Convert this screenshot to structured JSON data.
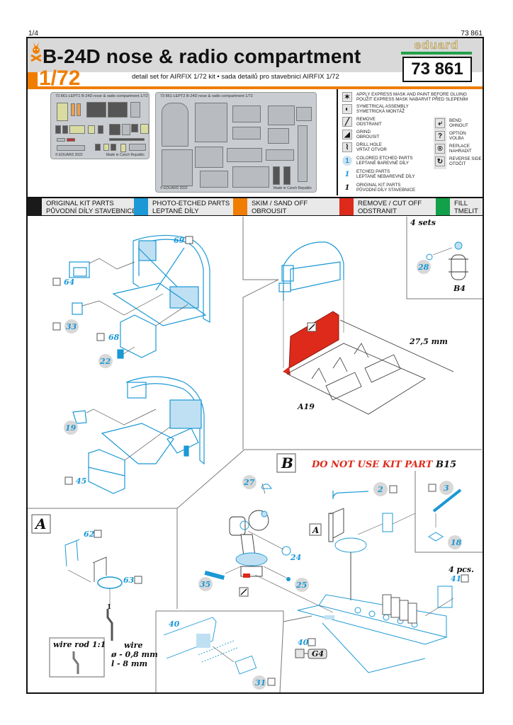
{
  "page": {
    "number": "1/4",
    "kit_number": "73 861"
  },
  "header": {
    "title": "B-24D nose & radio compartment",
    "scale": "1/72",
    "subtitle": "detail set for  AIRFIX 1/72 kit • sada detailů pro stavebnici  AIRFIX 1/72",
    "brand": "eduard",
    "kit_number": "73 861",
    "colors": {
      "orange": "#f07d00",
      "gray": "#d9d9d9",
      "green": "#22a24a"
    }
  },
  "sheets": [
    {
      "label": "73 861-LEPT1  B-24D nose & radio compartment  1/72",
      "brand": "eduard",
      "copyright": "© EDUARD 2022",
      "made_in": "Made in Czech Republic"
    },
    {
      "label": "73 861-LEPT2  B-24D nose & radio compartment  1/72",
      "brand": "eduard",
      "copyright": "© EDUARD 2022",
      "made_in": "Made in Czech Republic"
    }
  ],
  "legend": {
    "left": [
      {
        "icon": "mask-star-icon",
        "glyph": "✶",
        "text": [
          "APPLY EXPRESS MASK AND PAINT BEFORE GLUING",
          "POUŽIT EXPRESS MASK NABARVIT PŘED SLEPENÍM"
        ]
      },
      {
        "icon": "symmetrical-icon",
        "glyph": "◐",
        "text": [
          "SYMETRICAL ASSEMBLY",
          "SYMETRICKÁ MONTÁŽ"
        ]
      },
      {
        "icon": "remove-knife-icon",
        "glyph": "╱",
        "text": [
          "REMOVE",
          "ODSTRANIT"
        ]
      },
      {
        "icon": "grind-file-icon",
        "glyph": "◢",
        "text": [
          "GRIND",
          "OBROUSIT"
        ]
      },
      {
        "icon": "drill-hole-icon",
        "glyph": "⌇",
        "text": [
          "DRILL HOLE",
          "VRTAT OTVOR"
        ]
      },
      {
        "icon": "colored-etched-icon",
        "glyph": "1",
        "text": [
          "COLORED ETCHED PARTS",
          "LEPTANÉ BAREVNÉ DÍLY"
        ]
      },
      {
        "icon": "etched-part-icon",
        "glyph": "1",
        "text": [
          "ETCHED PARTS",
          "LEPTANÉ NEBAREVNÉ DÍLY"
        ]
      },
      {
        "icon": "kit-part-icon",
        "glyph": "1",
        "text": [
          "ORIGINAL KIT PARTS",
          "PŮVODNÍ DÍLY STAVEBNICE"
        ]
      }
    ],
    "right": [
      {
        "icon": "bend-icon",
        "glyph": "⤶",
        "text": [
          "BEND",
          "OHNOUT"
        ]
      },
      {
        "icon": "option-icon",
        "glyph": "?",
        "text": [
          "OPTION",
          "VOLBA"
        ]
      },
      {
        "icon": "replace-icon",
        "glyph": "®",
        "text": [
          "REPLACE",
          "NAHRADIT"
        ]
      },
      {
        "icon": "reverse-side-icon",
        "glyph": "↻",
        "text": [
          "REVERSE SIDE",
          "OTOČIT"
        ]
      }
    ]
  },
  "color_key": [
    {
      "color": "#1a1a1a",
      "line1": "ORIGINAL KIT PARTS",
      "line2": "PŮVODNÍ DÍLY STAVEBNICE"
    },
    {
      "color": "#1b98d5",
      "line1": "PHOTO-ETCHED PARTS",
      "line2": "LEPTANÉ DÍLY"
    },
    {
      "color": "#f07d00",
      "line1": "SKIM / SAND OFF",
      "line2": "OBROUSIT"
    },
    {
      "color": "#dd2a1b",
      "line1": "REMOVE / CUT OFF",
      "line2": "ODSTRANIT"
    },
    {
      "color": "#12a04a",
      "line1": "FILL",
      "line2": "TMELIT"
    }
  ],
  "steps": {
    "top_left": {
      "parts": [
        "69",
        "64",
        "33",
        "68",
        "22"
      ]
    },
    "mid_left": {
      "parts": [
        "19",
        "45"
      ]
    },
    "top_right": {
      "kit_part": "A19",
      "dimension": "27,5 mm"
    },
    "inset_4sets": {
      "title": "4 sets",
      "pe_part": "28",
      "kit_part": "B4"
    },
    "B": {
      "letter": "B",
      "warning": "DO NOT USE KIT PART",
      "warning_part": "B15",
      "parts": [
        "27",
        "24",
        "25",
        "35",
        "2",
        "3",
        "18",
        "40",
        "41",
        "31"
      ],
      "qty_41": "4 pcs.",
      "replace_ref": "G4",
      "sub_ref": "A"
    },
    "A": {
      "letter": "A",
      "parts": [
        "62",
        "63"
      ],
      "wire_rod": "wire rod 1:1",
      "wire": "wire",
      "wire_dia": "ø - 0,8 mm",
      "wire_len": "l - 8 mm",
      "step_num": "1"
    },
    "inset_40": {
      "part": "40",
      "pe_part": "31"
    }
  }
}
